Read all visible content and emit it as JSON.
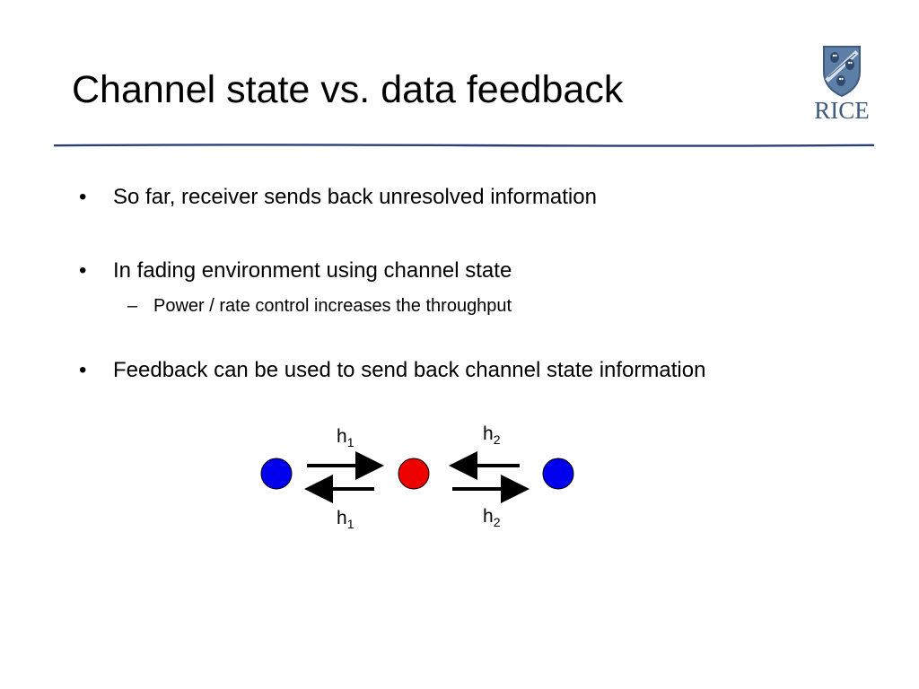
{
  "slide": {
    "title": "Channel state vs. data feedback",
    "logo": {
      "name": "RICE",
      "text": "RICE",
      "color": "#3d5a80"
    },
    "bullets": [
      {
        "marker": "•",
        "text": "So far, receiver sends back unresolved information"
      },
      {
        "marker": "•",
        "text": "In fading environment using channel state"
      },
      {
        "marker": "•",
        "text": "Feedback can be used to send back channel state information"
      }
    ],
    "sub_bullets": [
      {
        "marker": "–",
        "text": "Power / rate control increases the throughput"
      }
    ],
    "diagram": {
      "nodes": [
        {
          "name": "left-node",
          "color": "#0000ee"
        },
        {
          "name": "middle-node",
          "color": "#ee0000"
        },
        {
          "name": "right-node",
          "color": "#0000ee"
        }
      ],
      "labels": {
        "h1_top": {
          "base": "h",
          "sub": "1"
        },
        "h1_bottom": {
          "base": "h",
          "sub": "1"
        },
        "h2_top": {
          "base": "h",
          "sub": "2"
        },
        "h2_bottom": {
          "base": "h",
          "sub": "2"
        }
      }
    },
    "colors": {
      "rule": "#2b3f7a",
      "arrow": "#000000",
      "node_outline": "#000000"
    }
  }
}
